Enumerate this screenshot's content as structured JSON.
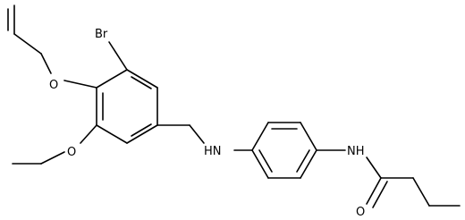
{
  "molecule": {
    "atoms": {
      "br": "Br",
      "o_allyl": "O",
      "o_ethoxy": "O",
      "nh_amine": "HN",
      "nh_amide": "NH",
      "o_carbonyl": "O"
    }
  }
}
